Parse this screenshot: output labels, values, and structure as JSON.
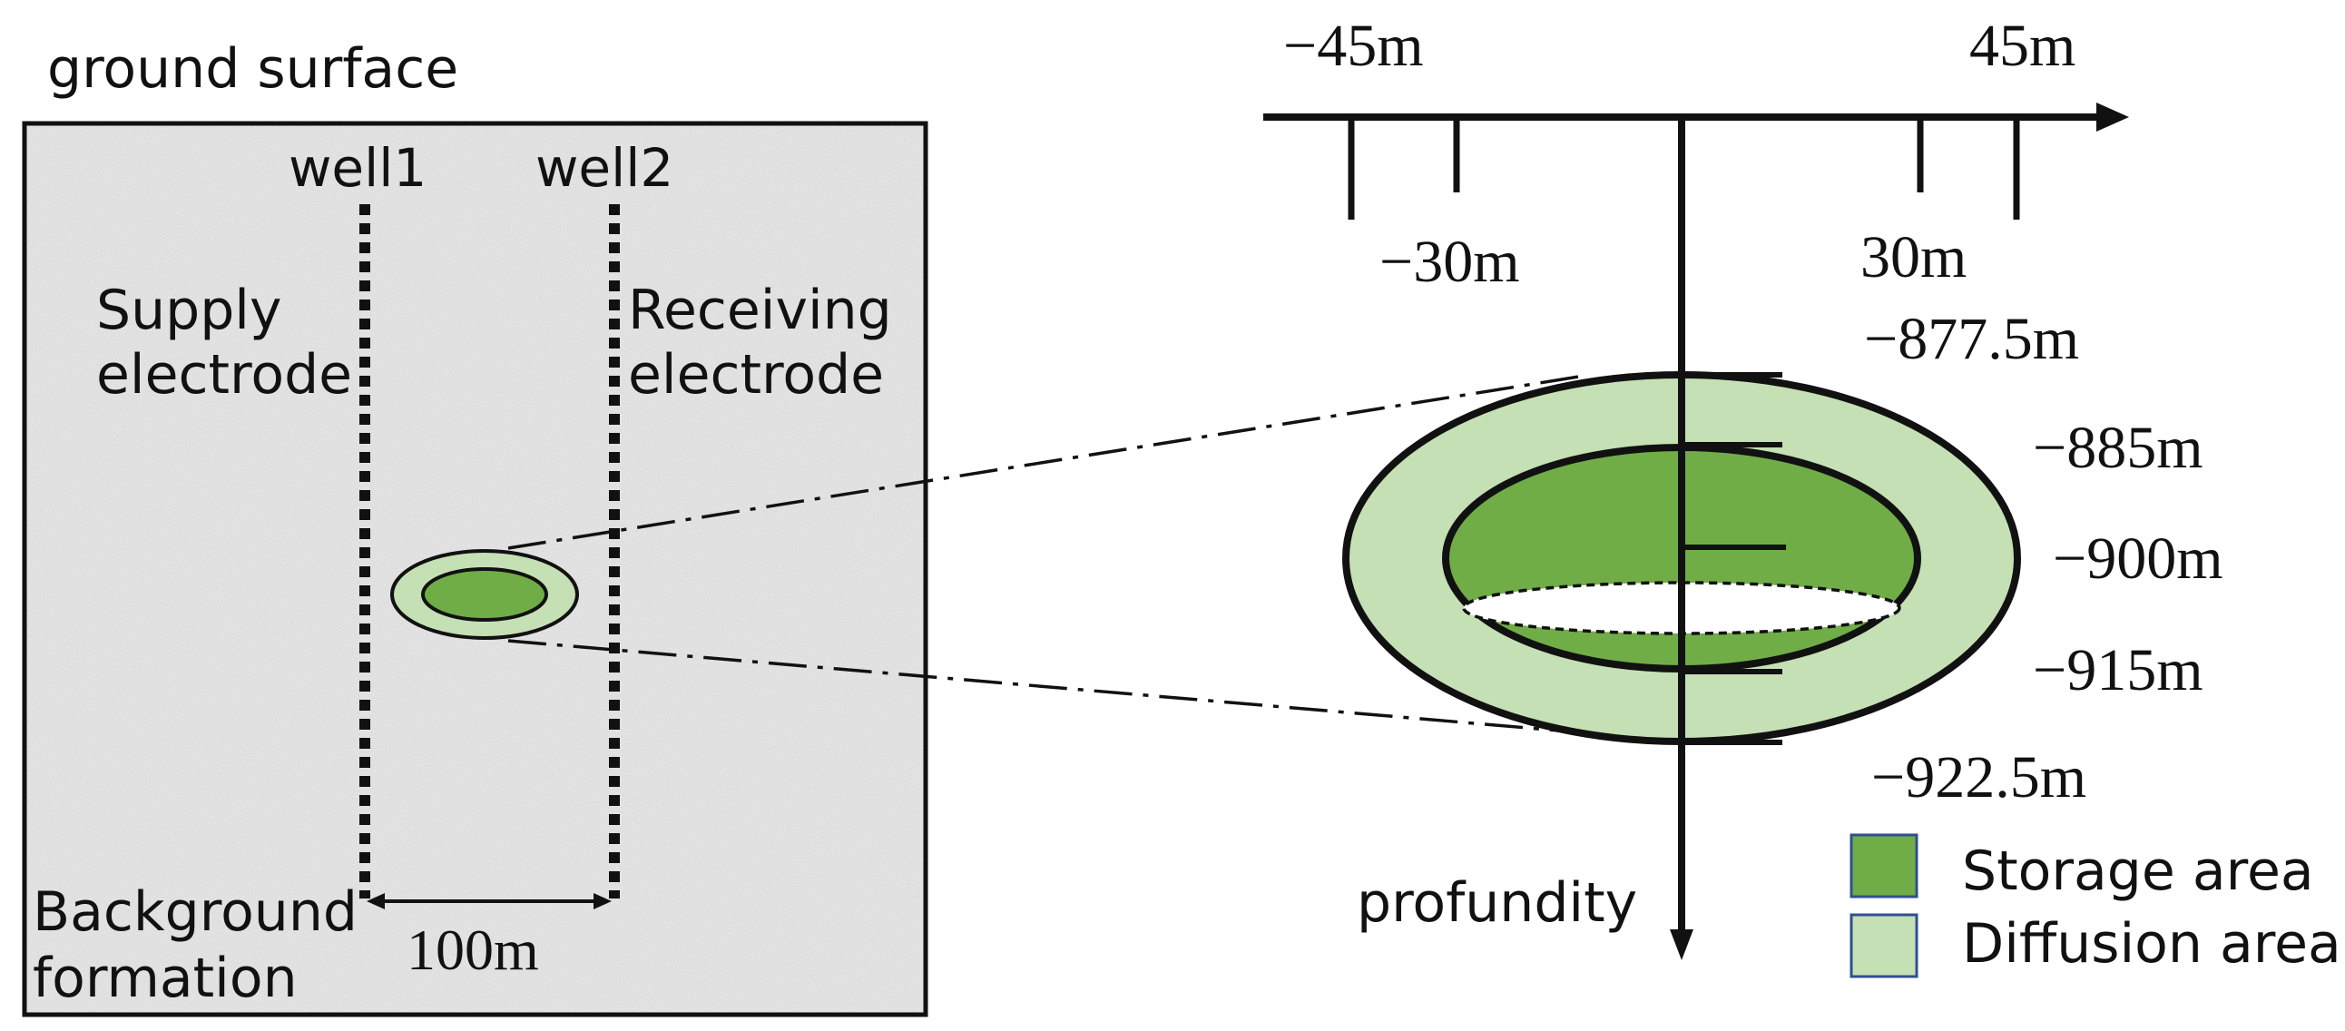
{
  "left_panel": {
    "ground_label": "ground surface",
    "well1_label": "well1",
    "well2_label": "well2",
    "supply_line1": "Supply",
    "supply_line2": "electrode",
    "receiving_line1": "Receiving",
    "receiving_line2": "electrode",
    "background_line1": "Background",
    "background_line2": "formation",
    "spacing_label": "100m"
  },
  "right_panel": {
    "x_labels": {
      "neg45": "−45m",
      "pos45": "45m",
      "neg30": "−30m",
      "pos30": "30m"
    },
    "depth_labels": {
      "d1": "−877.5m",
      "d2": "−885m",
      "d3": "−900m",
      "d4": "−915m",
      "d5": "−922.5m"
    },
    "axis_label": "profundity"
  },
  "legend": {
    "items": [
      {
        "label": "Storage area",
        "color": "#70ad47"
      },
      {
        "label": "Diffusion area",
        "color": "#c5e0b4"
      }
    ]
  },
  "colors": {
    "storage": "#70ad47",
    "diffusion": "#c5e0b4",
    "formation_bg": "#e8e8e8"
  }
}
